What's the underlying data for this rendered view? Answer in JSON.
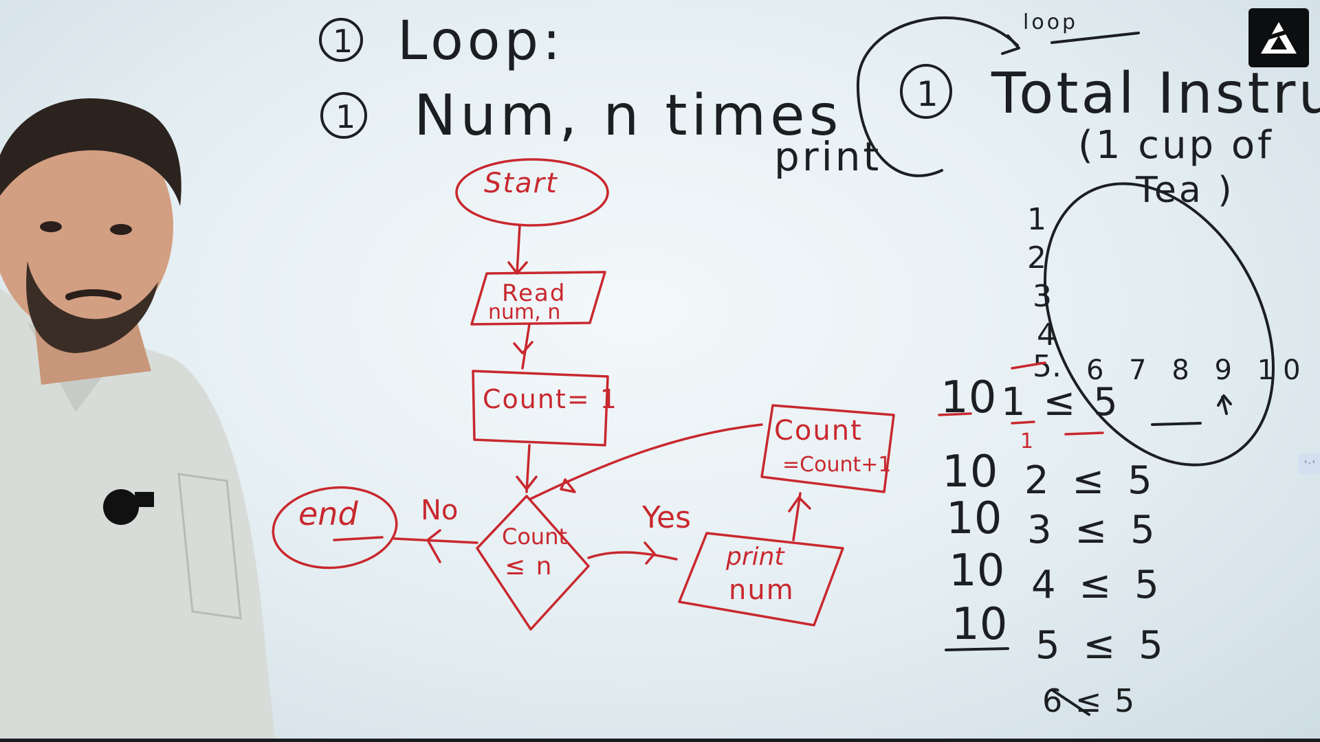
{
  "board": {
    "heading": {
      "num1": "1",
      "title": "Loop:",
      "num2": "1",
      "prompt": "Num, n times",
      "prompt_sub": "print"
    },
    "notes": {
      "loop_word": "loop",
      "circled_num": "1",
      "total_line": "Total Instructi",
      "paren_line1": "(1 cup of",
      "paren_line2": "Tea )",
      "list_1": "1",
      "list_2": "2",
      "list_3": "3",
      "list_4": "4",
      "list_5": "5.",
      "row_rest": "6 7 8 9 10",
      "trace_row1_a": "10",
      "trace_row1_b": "1 ≤ 5",
      "trace_row1_under": "1",
      "trace_row2_a": "10",
      "trace_row2_b": "2 ≤ 5",
      "trace_row3_a": "10",
      "trace_row3_b": "3 ≤ 5",
      "trace_row4_a": "10",
      "trace_row4_b": "4 ≤ 5",
      "trace_row5_a": "10",
      "trace_row5_b": "5 ≤ 5",
      "trace_last": "6 ≤ 5"
    },
    "flowchart": {
      "start": "Start",
      "read_l1": "Read",
      "read_l2": "num, n",
      "init": "Count= 1",
      "cond_l1": "Count",
      "cond_l2": "≤ n",
      "no_label": "No",
      "yes_label": "Yes",
      "end": "end",
      "print_l1": "print",
      "print_l2": "num",
      "incr_l1": "Count",
      "incr_l2": "=Count+1"
    }
  },
  "logo": {
    "icon": "brand-logo-icon"
  },
  "side_widget": {
    "label": "›.‹",
    "icon": "side-panel-handle-icon"
  },
  "colors": {
    "board": "#eaf2f5",
    "ink_black": "#1c1f22",
    "ink_red": "#c8282e",
    "logo_bg": "#0d0e10"
  }
}
